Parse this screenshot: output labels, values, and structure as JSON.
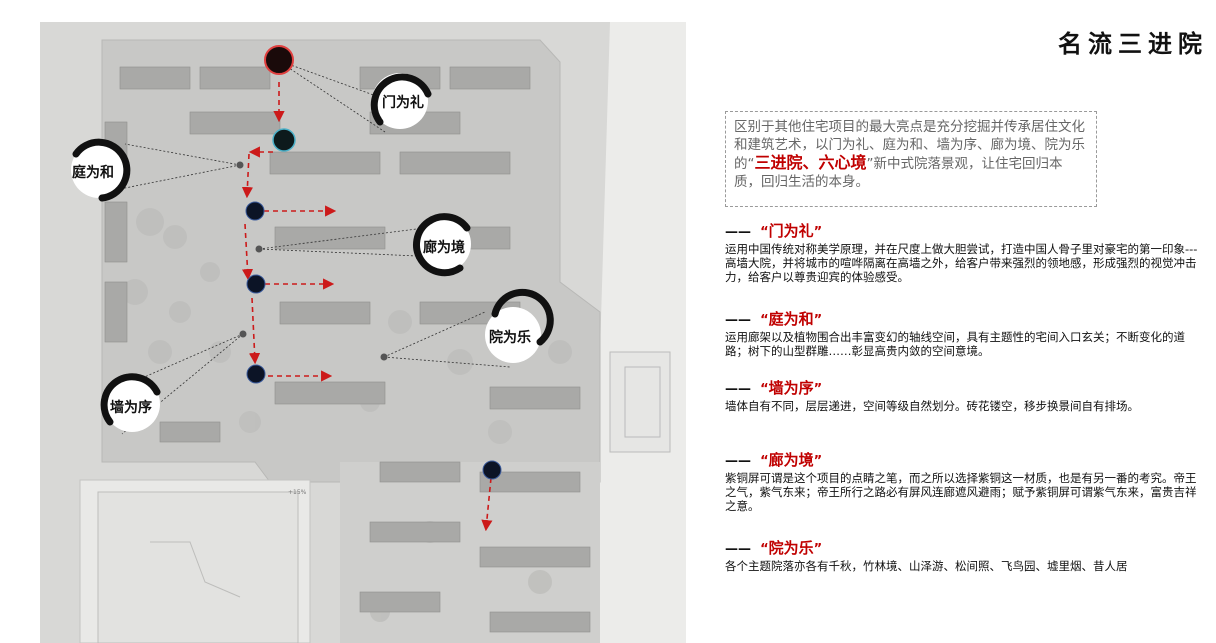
{
  "title": "名流三进院",
  "map": {
    "labels": {
      "gate": "门为礼",
      "court": "庭为和",
      "corridor": "廊为境",
      "yard": "院为乐",
      "wall": "墙为序"
    },
    "annotation": "+15%"
  },
  "intro": {
    "before": "区别于其他住宅项目的最大亮点是充分挖掘并传承居住文化和建筑艺术，以门为礼、庭为和、墙为序、廊为境、院为乐的“",
    "highlight": "三进院、六心境",
    "after": "”新中式院落景观，让住宅回归本质，回归生活的本身。"
  },
  "sections": [
    {
      "dash": "——",
      "open_quote": "“",
      "name": "门为礼",
      "close_quote": "”",
      "body": "运用中国传统对称美学原理，并在尺度上做大胆尝试，打造中国人骨子里对豪宅的第一印象---高墙大院，并将城市的喧哗隔离在高墙之外，给客户带来强烈的领地感，形成强烈的视觉冲击力，给客户以尊贵迎宾的体验感受。"
    },
    {
      "dash": "——",
      "open_quote": "“",
      "name": "庭为和",
      "close_quote": "”",
      "body": "运用廊架以及植物围合出丰富变幻的轴线空间，具有主题性的宅间入口玄关；不断变化的道路；树下的山型群雕……彰显高贵内敛的空间意境。"
    },
    {
      "dash": "——",
      "open_quote": "“",
      "name": "墙为序",
      "close_quote": "”",
      "body": "墙体自有不同，层层递进，空间等级自然划分。砖花镂空，移步换景间自有排场。"
    },
    {
      "dash": "——",
      "open_quote": "“",
      "name": "廊为境",
      "close_quote": "”",
      "body": "紫铜屏可谓是这个项目的点睛之笔，而之所以选择紫铜这一材质，也是有另一番的考究。帝王之气，紫气东来；帝王所行之路必有屏风连廊遮风避雨；赋予紫铜屏可谓紫气东来，富贵吉祥之意。"
    },
    {
      "dash": "——",
      "open_quote": "“",
      "name": "院为乐",
      "close_quote": "”",
      "body": "各个主题院落亦各有千秋，竹林境、山泽游、松间照、飞鸟园、墟里烟、昔人居"
    }
  ],
  "colors": {
    "accent": "#c00000",
    "box_border": "#9a9a9a",
    "intro_text": "#666666",
    "route": "#cc1a1a"
  }
}
